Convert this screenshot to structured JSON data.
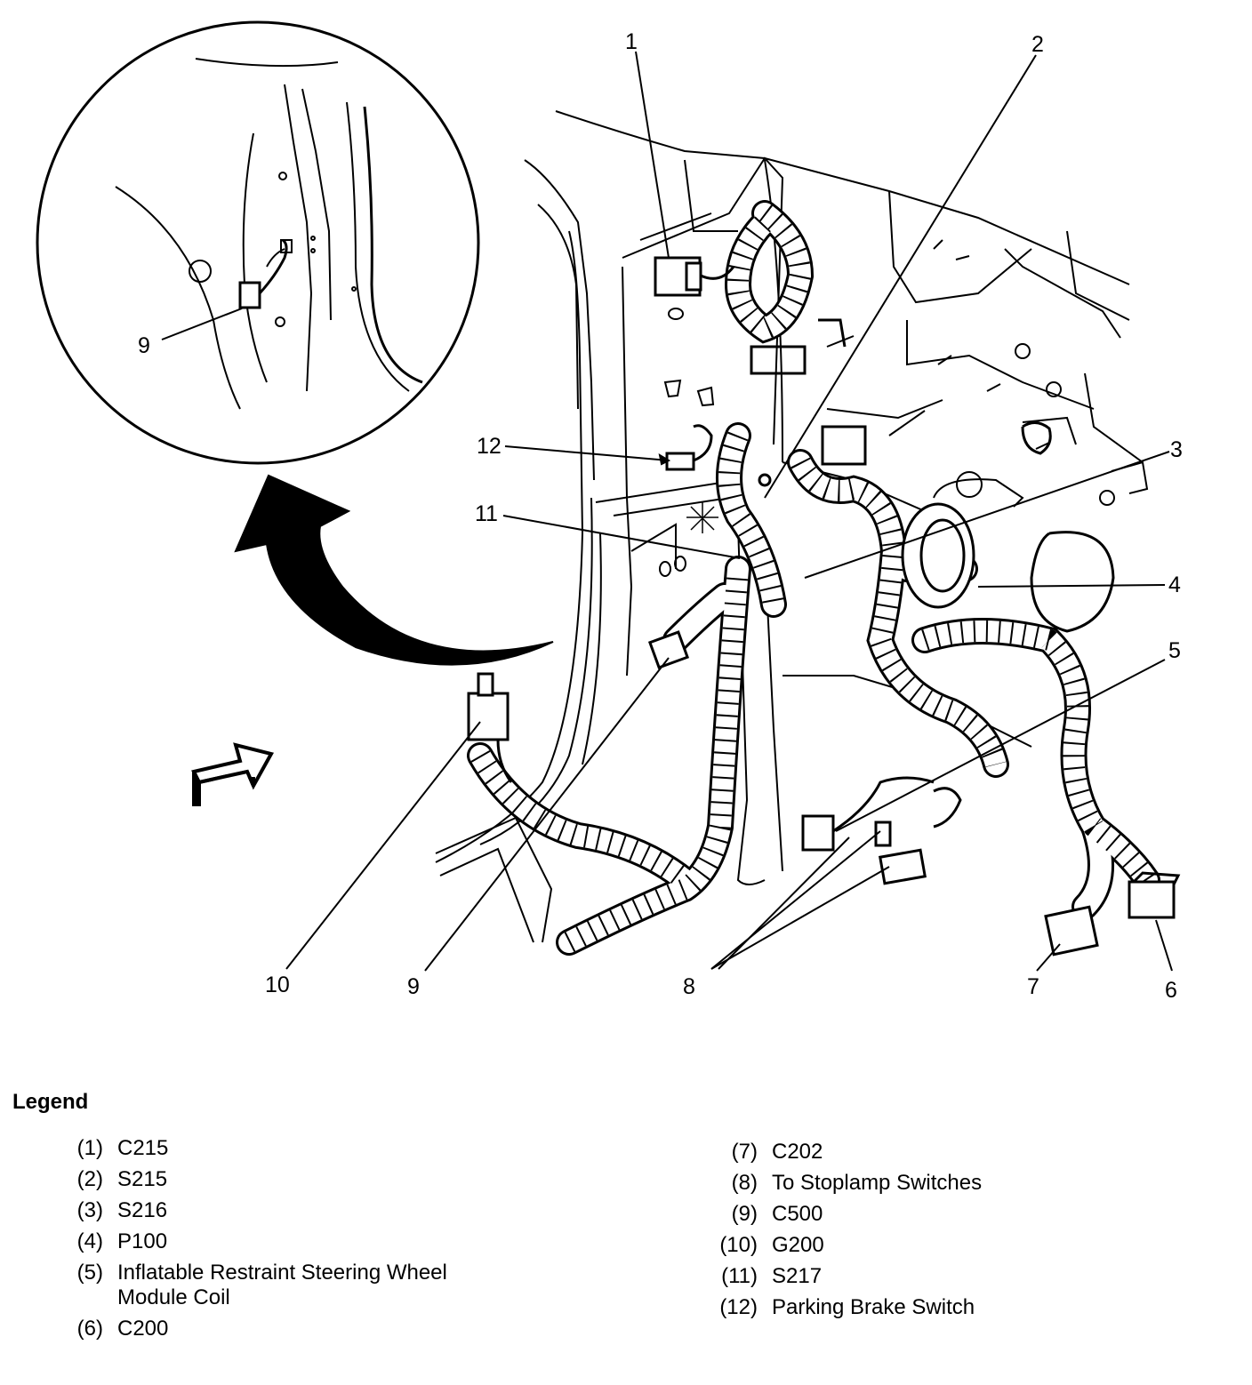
{
  "callouts": {
    "c1": "1",
    "c2": "2",
    "c3": "3",
    "c4": "4",
    "c5": "5",
    "c6": "6",
    "c7": "7",
    "c8": "8",
    "c9": "9",
    "c10": "10",
    "c11": "11",
    "c12": "12",
    "inset_c9": "9"
  },
  "legend": {
    "title": "Legend",
    "left": [
      {
        "num": "(1)",
        "text": "C215"
      },
      {
        "num": "(2)",
        "text": "S215"
      },
      {
        "num": "(3)",
        "text": "S216"
      },
      {
        "num": "(4)",
        "text": "P100"
      },
      {
        "num": "(5)",
        "text": "Inflatable Restraint Steering Wheel Module Coil"
      },
      {
        "num": "(6)",
        "text": "C200"
      }
    ],
    "right": [
      {
        "num": "(7)",
        "text": "C202"
      },
      {
        "num": "(8)",
        "text": "To Stoplamp Switches"
      },
      {
        "num": "(9)",
        "text": "C500"
      },
      {
        "num": "(10)",
        "text": "G200"
      },
      {
        "num": "(11)",
        "text": "S217"
      },
      {
        "num": "(12)",
        "text": "Parking Brake Switch"
      }
    ]
  }
}
